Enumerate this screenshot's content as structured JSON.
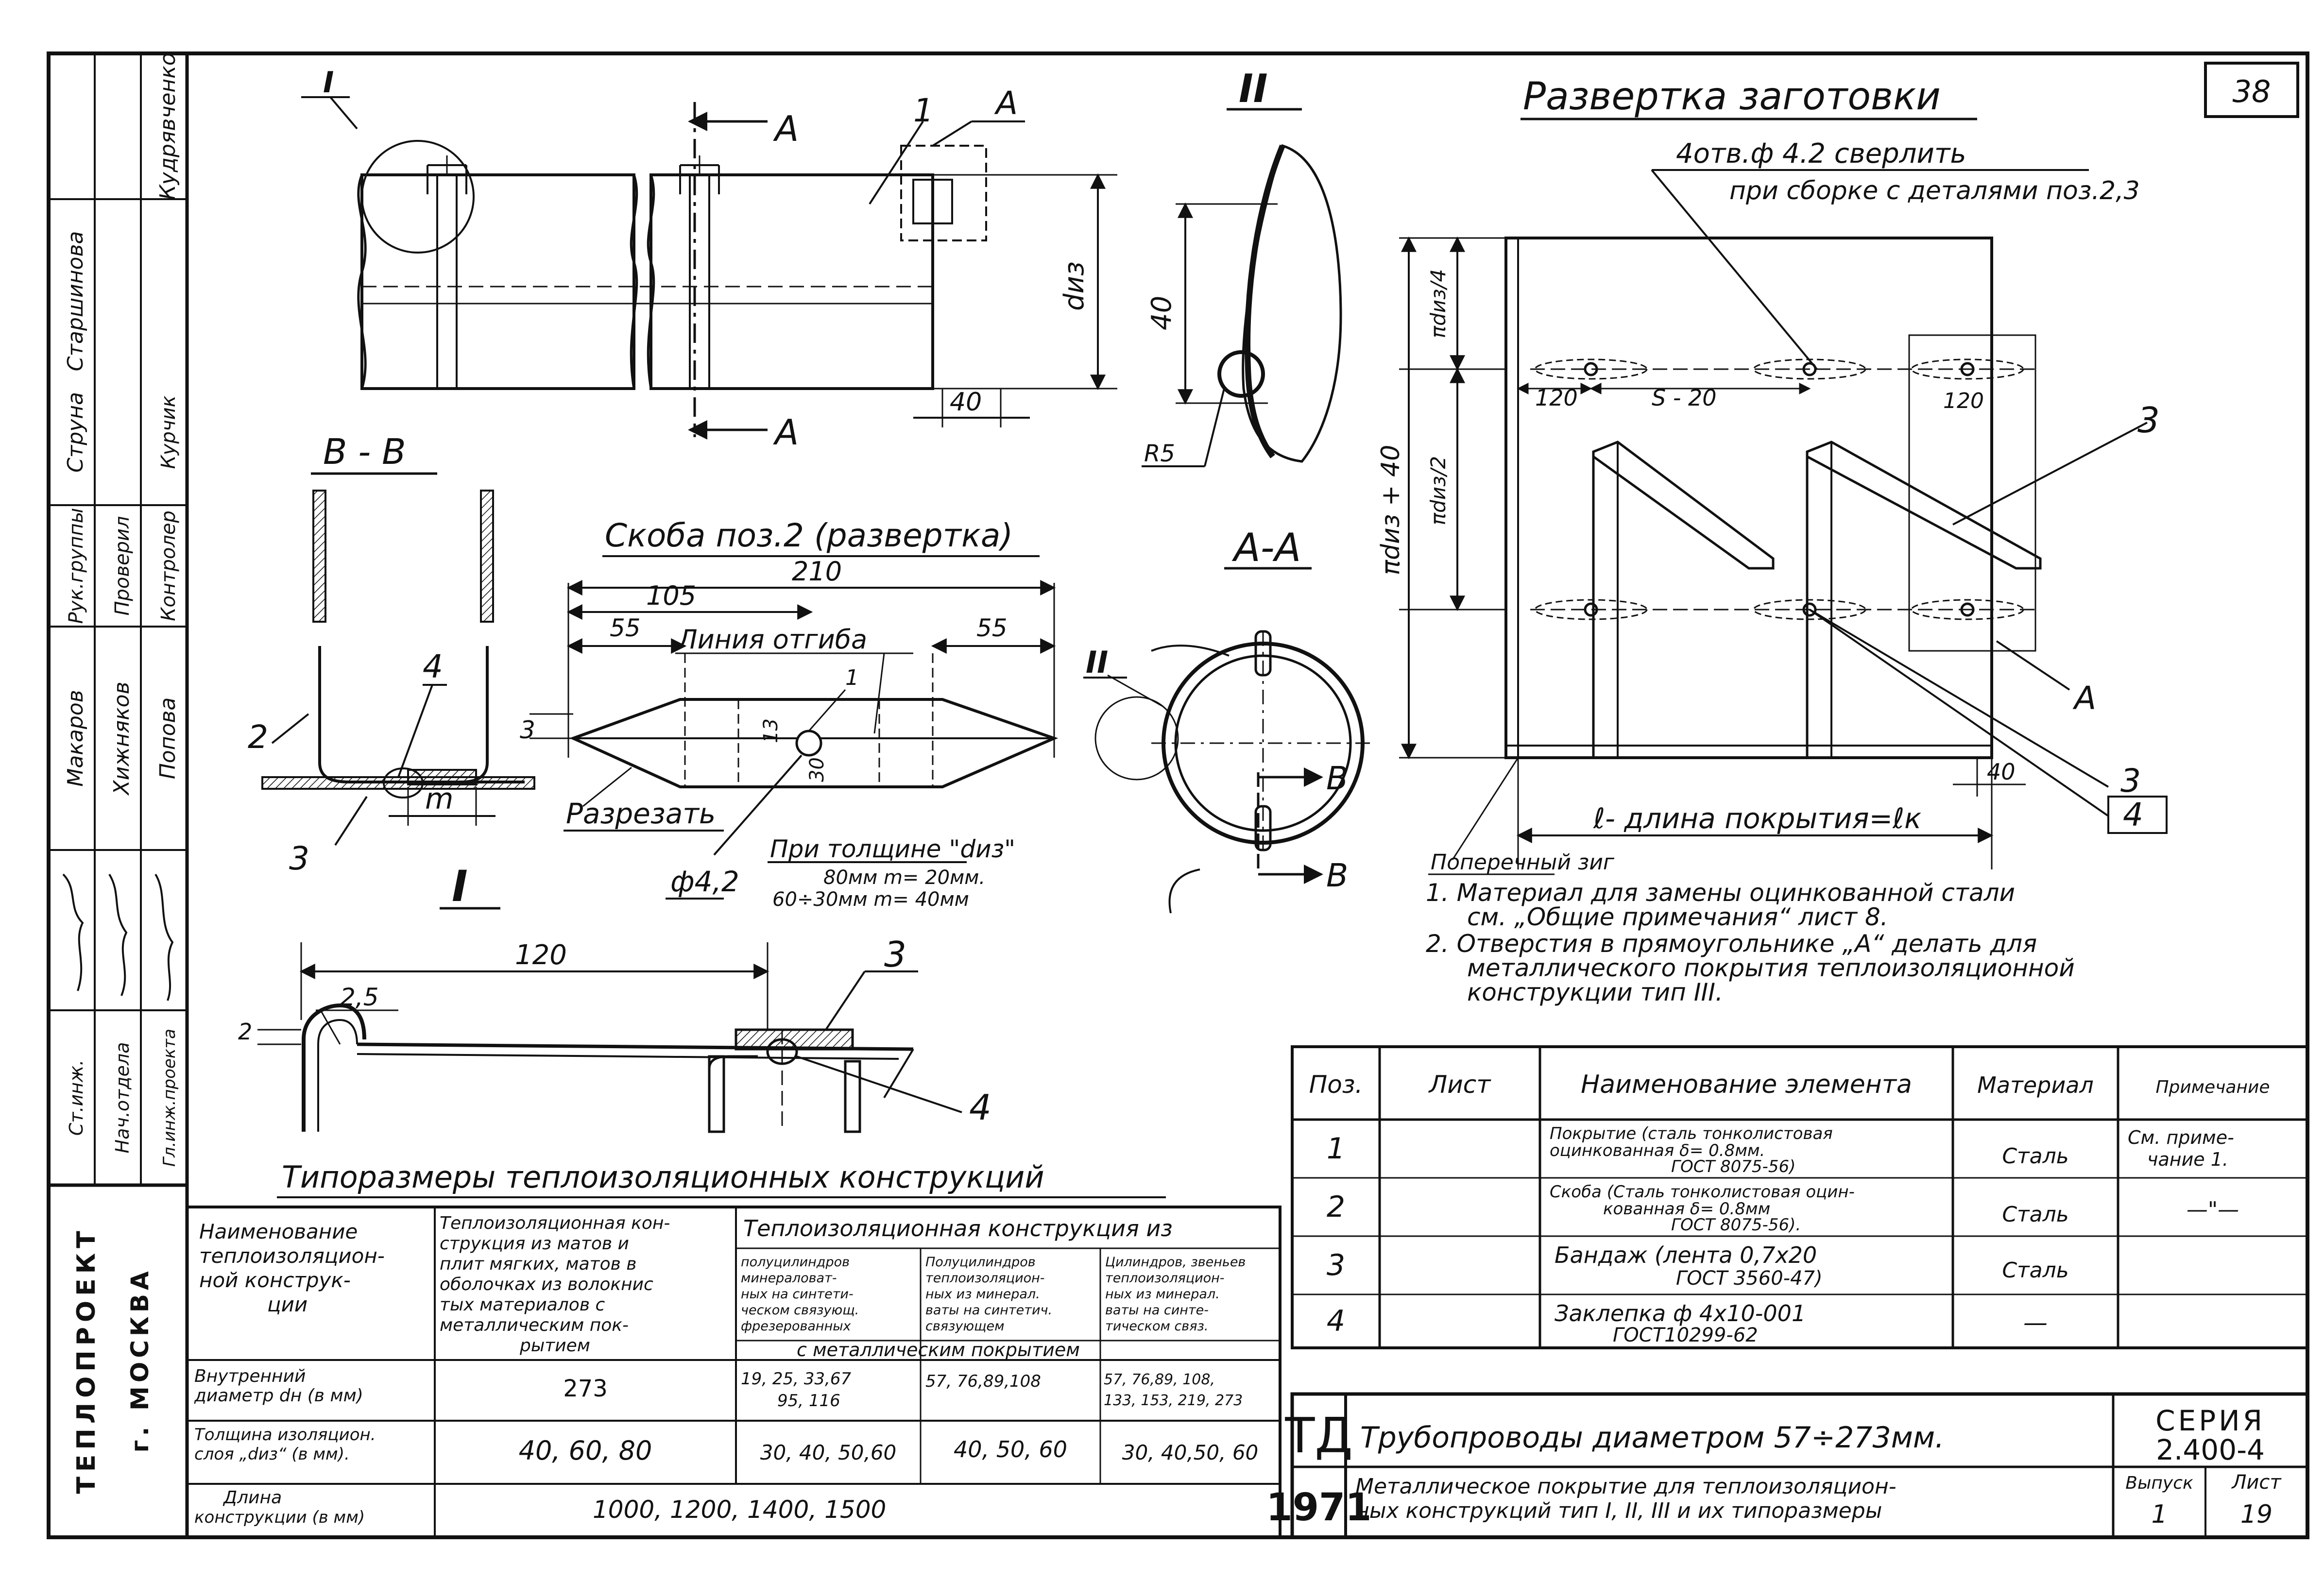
{
  "sheet_number": "38",
  "side_stamp": {
    "organization": [
      "ТЕПЛОПРОЕКТ",
      "г. МОСКВА"
    ],
    "roles": [
      "Ст.инж.",
      "Нач.отдела",
      "Гл.инж.проекта"
    ],
    "rows": [
      {
        "col1": "Старшинова",
        "col2": "",
        "col3": "Кудрявченко"
      },
      {
        "col1": "Струна",
        "col2": "",
        "col3": "Курчик"
      },
      {
        "col1": "Рук.группы",
        "col2": "Проверил",
        "col3": "Контролер"
      },
      {
        "col1": "Макаров",
        "col2": "Хижняков",
        "col3": "Попова"
      }
    ]
  },
  "views": {
    "main_view": {
      "view_marker": "I",
      "section_a": "A",
      "label_a_box": "A",
      "pos": "1",
      "dim_dn": "dиз",
      "dim_40": "40"
    },
    "view_II": {
      "title": "II",
      "dim_40": "40",
      "radius": "R5"
    },
    "view_BB": {
      "title": "B - B",
      "labels": [
        "2",
        "4",
        "3"
      ],
      "dim_m": "m"
    },
    "bracket": {
      "title": "Скоба поз.2 (развертка)",
      "dim_210": "210",
      "dim_105": "105",
      "dim_55_left": "55",
      "dim_55_right": "55",
      "fold_line": "Линия отгиба",
      "dim_3": "3",
      "dim_13": "13",
      "dim_30": "30",
      "pos": "1",
      "cut_label": "Разрезать",
      "hole": "ф4,2",
      "thickness_title": "При толщине \"dиз\"",
      "thickness_1": "80мм m= 20мм.",
      "thickness_2": "60÷30мм m= 40мм"
    },
    "view_AA": {
      "title": "A-A",
      "marker_II": "II",
      "section_b": "B"
    },
    "view_I": {
      "title": "I",
      "dim_120": "120",
      "dim_2_5": "2,5",
      "dim_2": "2",
      "pos_3": "3",
      "pos_4": "4"
    },
    "development": {
      "title": "Развертка заготовки",
      "drill_note_1": "4отв.ф 4.2 сверлить",
      "drill_note_2": "при сборке с деталями поз.2,3",
      "dim_total": "πdиз + 40",
      "dim_quarter": "πdиз/4",
      "dim_half": "πdиз/2",
      "dim_120": "120",
      "dim_s20": "S - 20",
      "dim_120b": "120",
      "pos_3": "3",
      "label_a": "A",
      "pos_3b": "3",
      "pos_4": "4",
      "dim_40": "40",
      "length": "ℓ- длина покрытия=ℓк",
      "cross_seam": "Поперечный зиг"
    }
  },
  "notes": [
    "1. Материал для замены оцинкованной стали см. \"Общие примечания\" лист 8.",
    "2. Отверстия в прямоугольнике \"А\" делать для металлического покрытия теплоизоляционной конструкции тип III."
  ],
  "spec_table": {
    "headers": [
      "Поз.",
      "Лист",
      "Наименование элемента",
      "Материал",
      "Примечание"
    ],
    "rows": [
      {
        "pos": "1",
        "sheet": "",
        "name": "Покрытие (сталь тонколистовая оцинкованная δ= 0.8мм. ГОСТ 8075-56)",
        "material": "Сталь",
        "note": "См. примечание 1."
      },
      {
        "pos": "2",
        "sheet": "",
        "name": "Скоба (Сталь тонколистовая оцинкованная δ= 0.8мм ГОСТ 8075-56).",
        "material": "Сталь",
        "note": "—\"—"
      },
      {
        "pos": "3",
        "sheet": "",
        "name": "Бандаж (лента 0,7х20 ГОСТ 3560-47)",
        "material": "Сталь",
        "note": ""
      },
      {
        "pos": "4",
        "sheet": "",
        "name": "Заклепка ф 4х10-001 ГОСТ10299-62",
        "material": "—",
        "note": ""
      }
    ]
  },
  "sizes_table": {
    "title": "Типоразмеры теплоизоляционных конструкций",
    "header_name": "Наименование теплоизоляционной конструкции",
    "header_mats": "Теплоизоляционная конструкция из матов и плит мягких, матов в оболочках из волокнистых материалов с металлическим покрытием",
    "header_group": "Теплоизоляционная конструкция из",
    "sub_1": "полуцилиндров минераловатных на синтетическом связующем фрезерованных",
    "sub_2": "Полуцилиндров теплоизоляционных из минеральной ваты на синтетическом связующем",
    "sub_3": "Цилиндров, звеньев теплоизоляционных из минеральной ваты на синтетическом связующем",
    "sub_footer": "с металлическим покрытием",
    "rows": [
      {
        "name": "Внутренний диаметр dн (в мм)",
        "mats": "273",
        "c1": "19, 25, 33,67 95, 116",
        "c2": "57, 76,89,108",
        "c3": "57, 76,89, 108, 133, 153, 219, 273"
      },
      {
        "name": "Толщина изоляционного слоя \"dиз\" (в мм)",
        "mats": "40, 60, 80",
        "c1": "30, 40, 50,60",
        "c2": "40, 50, 60",
        "c3": "30, 40,50, 60"
      }
    ],
    "length_name": "Длина конструкции (в мм)",
    "length_values": "1000, 1200, 1400, 1500"
  },
  "title_block": {
    "mark": "ТД",
    "year": "1971",
    "title_1": "Трубопроводы диаметром 57÷273мм.",
    "title_2": "Металлическое покрытие для теплоизоляционных конструкций тип I, II, III и их типоразмеры",
    "series_label": "СЕРИЯ",
    "series_value": "2.400-4",
    "issue_label": "Выпуск",
    "issue_value": "1",
    "sheet_label": "Лист",
    "sheet_value": "19"
  }
}
